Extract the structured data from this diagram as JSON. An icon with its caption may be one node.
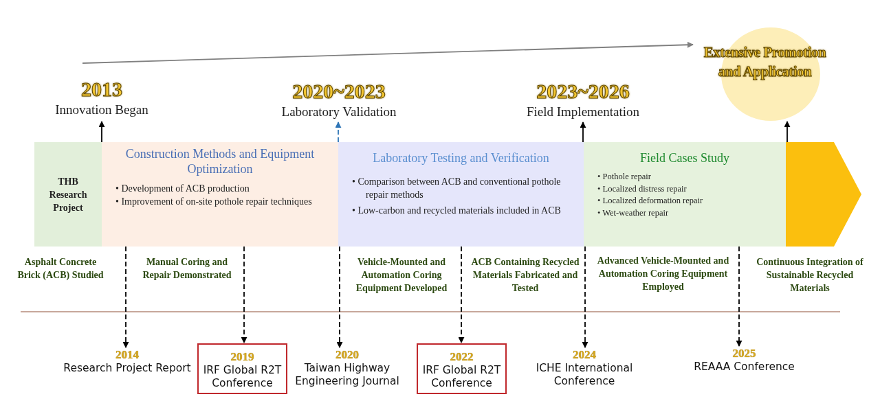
{
  "diagram": {
    "nodes": [
      {
        "text": [
          "THB Research Project"
        ]
      },
      {
        "text": [
          "Construction Methods and Equipment Optimization",
          "• Development of ACB production",
          "• Improvement of on-site pothole repair techniques"
        ]
      },
      {
        "text": [
          "Laboratory Testing and Verification",
          "• Comparison between ACB and conventional pothole repair methods",
          "• Low-carbon and recycled materials included in ACB"
        ]
      },
      {
        "text": [
          "Field Cases Study",
          "• Pothole repair",
          "• Localized distress repair",
          "• Localized deformation repair",
          "• Wet-weather repair"
        ]
      },
      {
        "text": [
          "2013",
          "Innovation Began"
        ]
      },
      {
        "text": [
          "2020~2023",
          "Laboratory Validation"
        ]
      },
      {
        "text": [
          "2023~2026",
          "Field Implementation"
        ]
      },
      {
        "text": [
          "Extensive Promotion and Application"
        ]
      },
      {
        "text": [
          "2014",
          "Research Project Report"
        ]
      },
      {
        "text": [
          "2019",
          "IRF Global R2T Conference"
        ]
      },
      {
        "text": [
          "2020",
          "Taiwan Highway Engineering Journal"
        ]
      },
      {
        "text": [
          "2022",
          "IRF Global R2T Conference"
        ]
      },
      {
        "text": [
          "2024",
          "ICHE International Conference"
        ]
      },
      {
        "text": [
          "2025",
          "REAAA Conference"
        ]
      }
    ],
    "edges": [
      {
        "from": null,
        "to": 7,
        "arrow": "to",
        "color": "#808080"
      },
      {
        "from": 1,
        "to": 4,
        "arrow": "to"
      },
      {
        "from": 2,
        "to": 5,
        "arrow": "to",
        "style": "dashed",
        "color": "#2e75b6"
      },
      {
        "from": 3,
        "to": 6,
        "arrow": "to"
      },
      {
        "from": 3,
        "to": 7,
        "arrow": "to"
      },
      {
        "from": 1,
        "to": 8,
        "arrow": "to",
        "style": "dashed"
      },
      {
        "from": 1,
        "to": 9,
        "arrow": "to",
        "style": "dashed"
      },
      {
        "from": 2,
        "to": 10,
        "arrow": "to",
        "style": "dashed"
      },
      {
        "from": 2,
        "to": 11,
        "arrow": "to",
        "style": "dashed"
      },
      {
        "from": 3,
        "to": 12,
        "arrow": "to",
        "style": "dashed"
      },
      {
        "from": 3,
        "to": 13,
        "arrow": "to",
        "style": "dashed"
      },
      {
        "from": 3,
        "to": null,
        "arrow": "to",
        "style": "thick",
        "color": "#fbbf0e"
      }
    ],
    "labels": [
      "Asphalt Concrete Brick (ACB) Studied",
      "Manual Coring and Repair Demonstrated",
      "Vehicle-Mounted and Automation Coring Equipment Developed",
      "ACB Containing Recycled Materials Fabricated and Tested",
      "Advanced Vehicle-Mounted and Automation Coring Equipment Employed",
      "Continuous Integration of Sustainable Recycled Materials"
    ]
  }
}
